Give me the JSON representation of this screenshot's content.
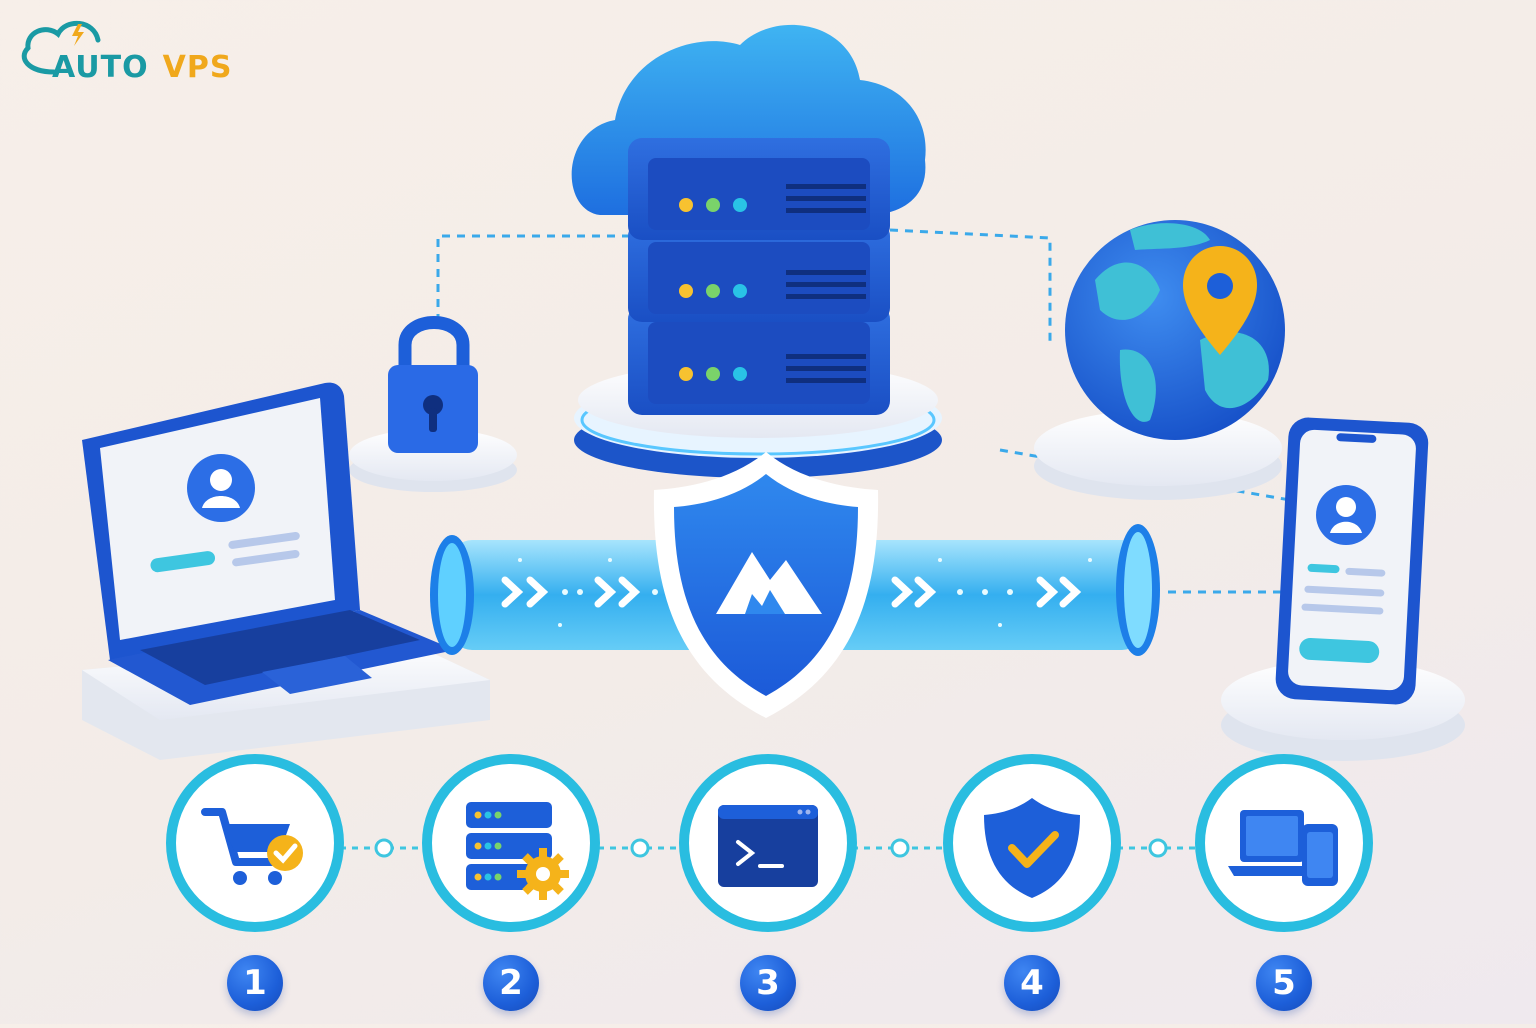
{
  "logo": {
    "part1": "AUTO",
    "part2": "VPS",
    "colors": {
      "auto": "#1a9aa4",
      "vps": "#f0a81c"
    }
  },
  "steps": [
    {
      "number": "1",
      "icon": "shopping-cart-check-icon"
    },
    {
      "number": "2",
      "icon": "server-gear-icon"
    },
    {
      "number": "3",
      "icon": "terminal-icon"
    },
    {
      "number": "4",
      "icon": "shield-check-icon"
    },
    {
      "number": "5",
      "icon": "laptop-phone-icon"
    }
  ],
  "illustration": {
    "elements": [
      "cloud-icon",
      "server-stack-icon",
      "padlock-icon",
      "globe-icon",
      "location-pin-icon",
      "laptop-icon",
      "phone-icon",
      "shield-mountain-icon",
      "data-tunnel"
    ]
  },
  "colors": {
    "primary": "#1d5fd9",
    "accent": "#29c3e6",
    "dark": "#173f9e",
    "pin": "#f5b31a"
  }
}
